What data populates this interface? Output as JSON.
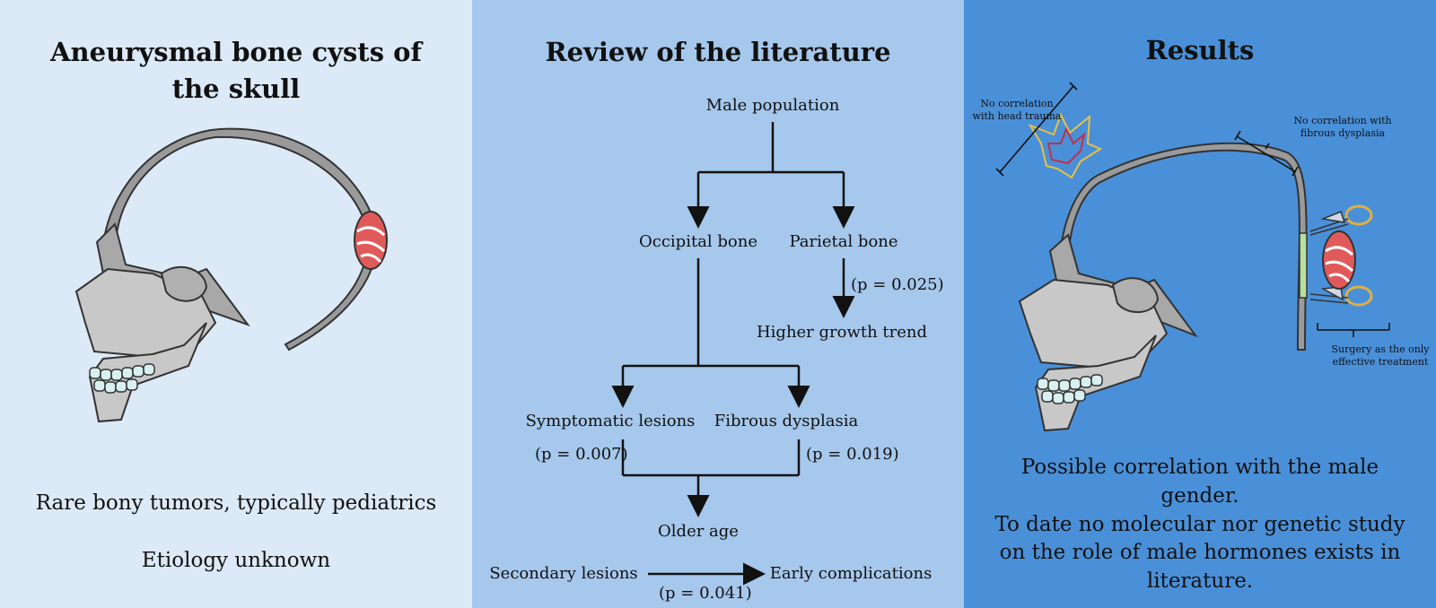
{
  "left": {
    "title_line1": "Aneurysmal bone cysts of",
    "title_line2": "the skull",
    "desc1": "Rare bony tumors, typically pediatrics",
    "desc2": "Etiology unknown"
  },
  "middle": {
    "title": "Review of the literature",
    "nodes": {
      "male_population": "Male population",
      "occipital_bone": "Occipital bone",
      "parietal_bone": "Parietal bone",
      "higher_growth_trend": "Higher growth trend",
      "symptomatic_lesions": "Symptomatic lesions",
      "fibrous_dysplasia": "Fibrous dysplasia",
      "older_age": "Older age",
      "secondary_lesions": "Secondary lesions",
      "early_complications": "Early complications"
    },
    "p_values": {
      "parietal_growth": "(p = 0.025)",
      "symptomatic": "(p = 0.007)",
      "fibrous": "(p = 0.019)",
      "secondary": "(p = 0.041)"
    }
  },
  "right": {
    "title": "Results",
    "annotations": {
      "head_trauma_line1": "No correlation",
      "head_trauma_line2": "with head trauma",
      "fibrous_line1": "No correlation with",
      "fibrous_line2": "fibrous dysplasia",
      "surgery_line1": "Surgery as the only",
      "surgery_line2": "effective treatment"
    },
    "conclusion_line1": "Possible correlation with the male",
    "conclusion_line2": "gender.",
    "conclusion_line3": "To date no molecular nor genetic study",
    "conclusion_line4": "on the role of male hormones exists in",
    "conclusion_line5": "literature."
  },
  "colors": {
    "left_bg": "#dce9f7",
    "middle_bg": "#a6c8ec",
    "right_bg": "#4a90d9",
    "bone_gray": "#c8c8c8",
    "cyst_red": "#e05a5a",
    "teeth": "#d8f0f0"
  }
}
